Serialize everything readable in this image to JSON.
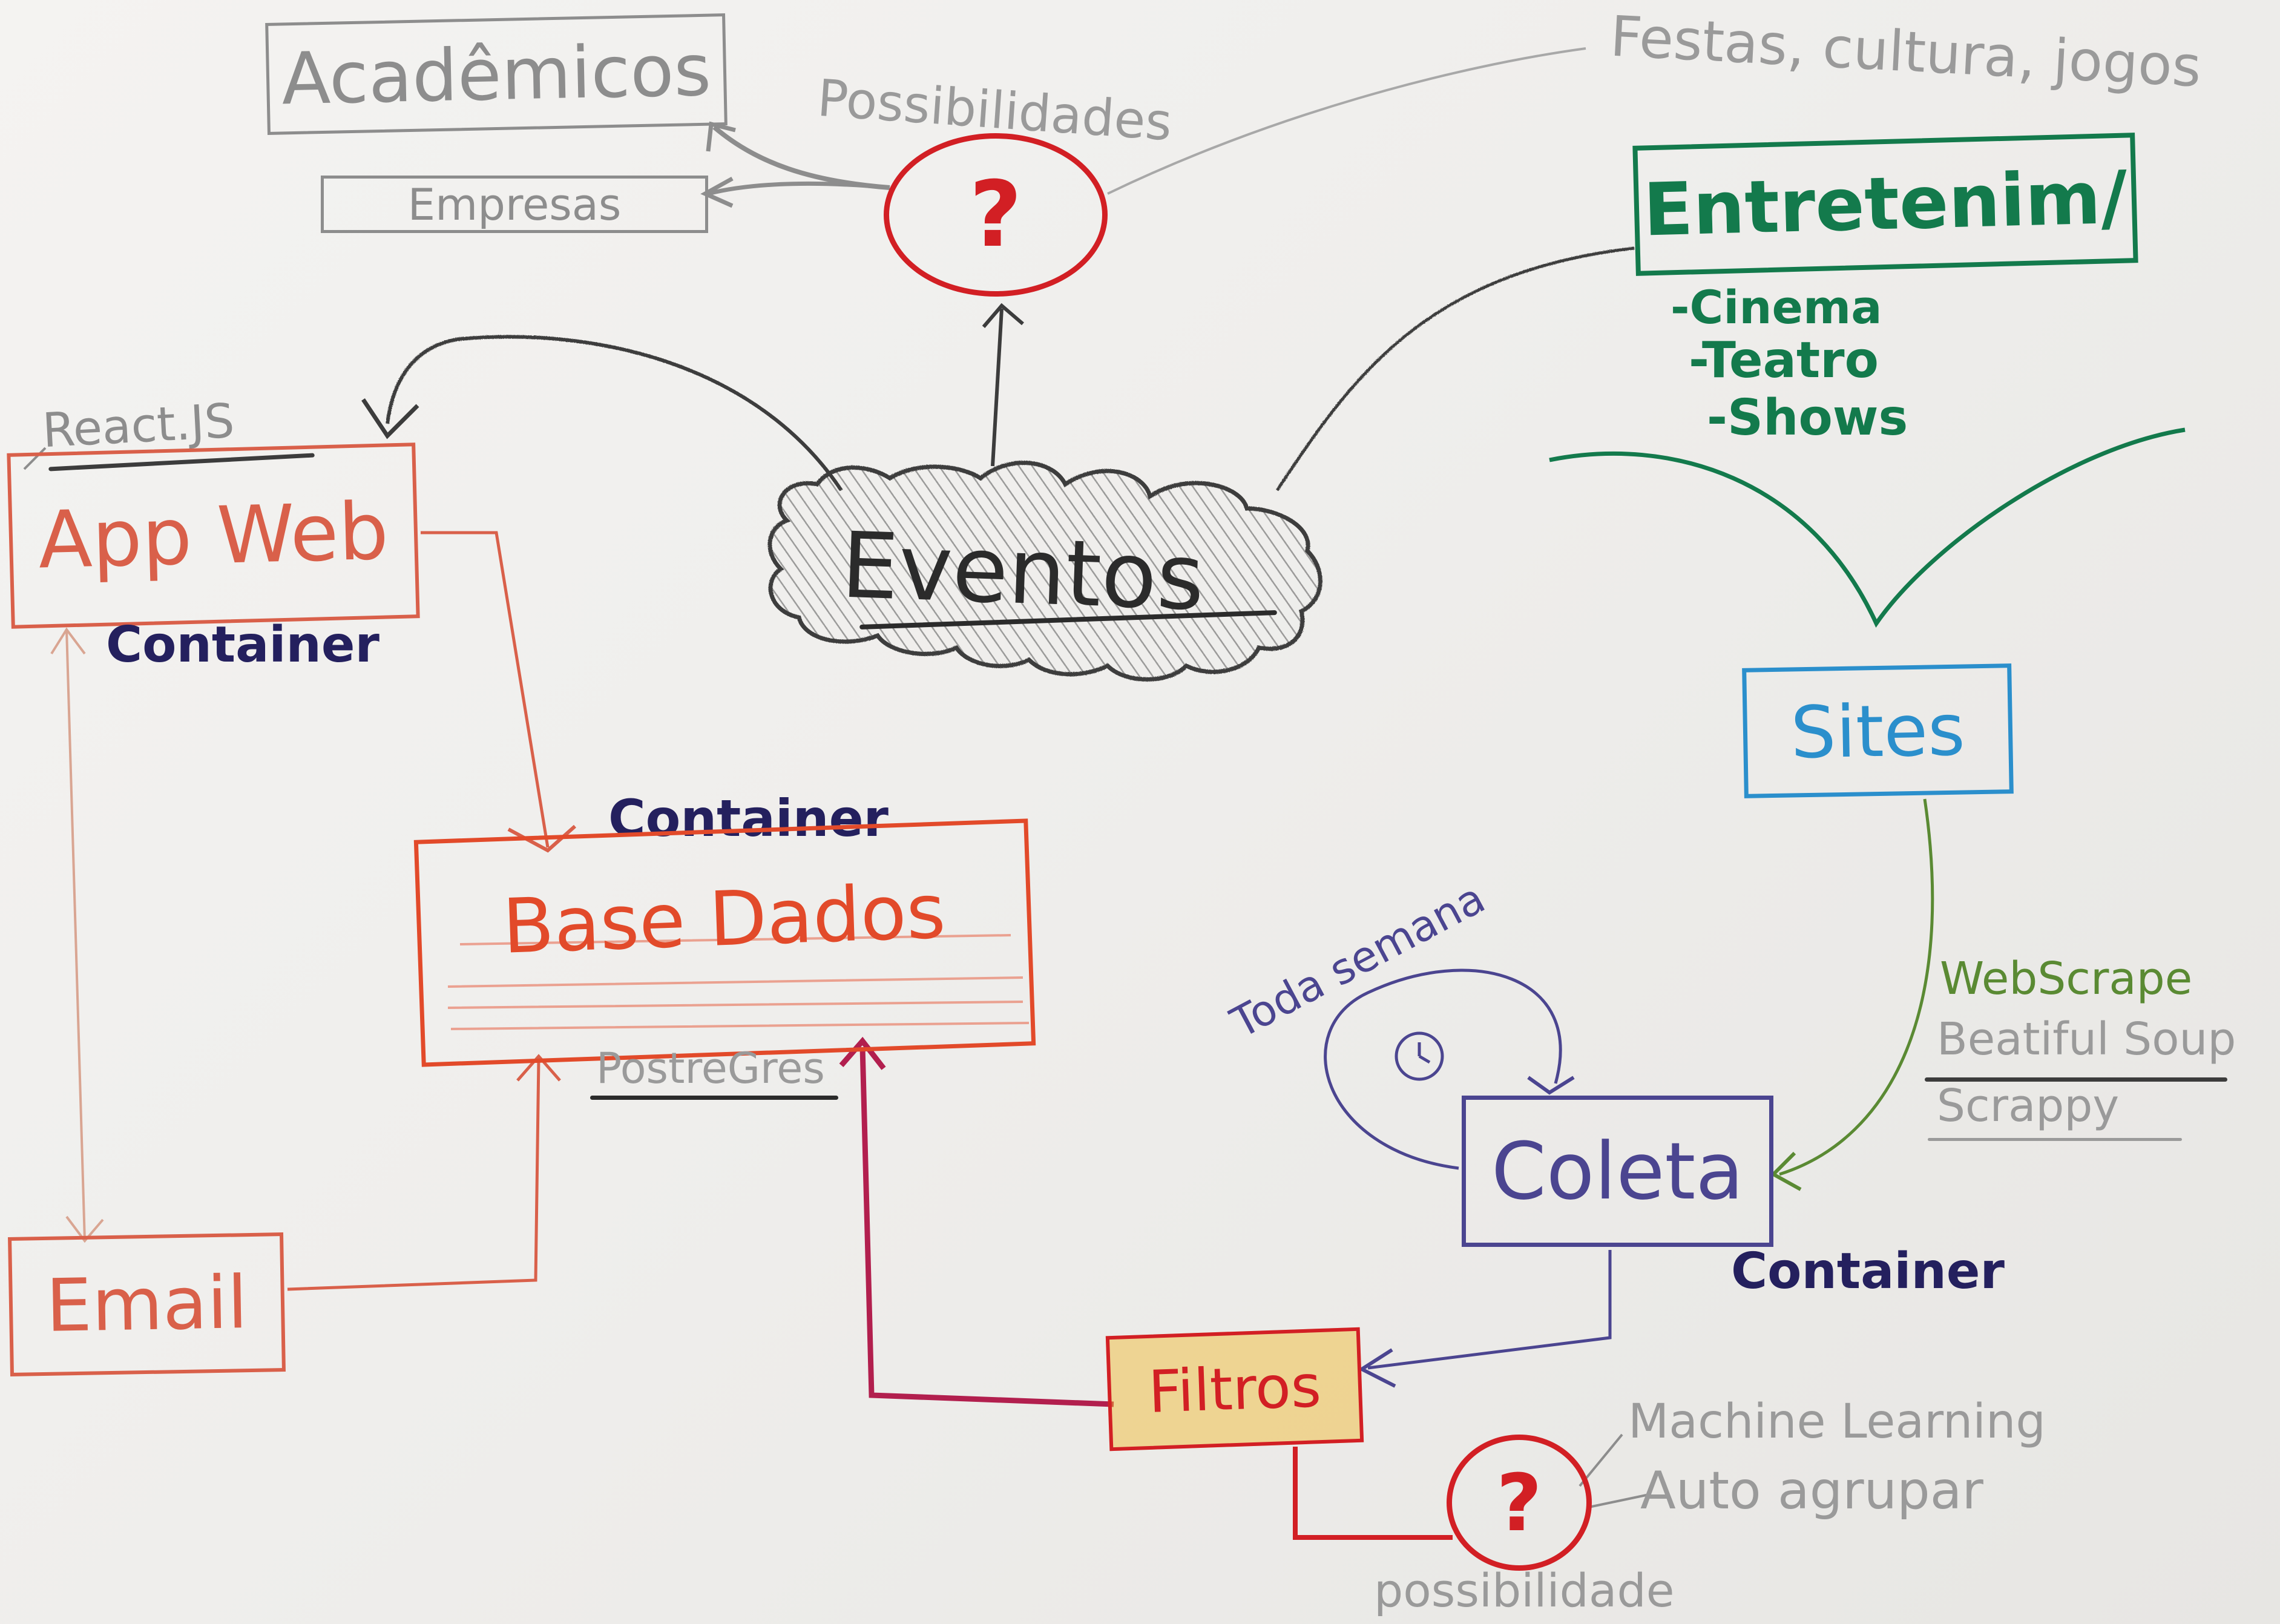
{
  "colors": {
    "pencil_gray": "#8d8d8d",
    "dark_gray": "#3c3c3c",
    "red": "#d21f24",
    "green": "#137a4c",
    "blue": "#2b8fcc",
    "indigo": "#24205e",
    "purple": "#4b4590",
    "salmon": "#d9604a",
    "orange_red": "#e24a2a",
    "olive": "#5a8a33",
    "magenta": "#b21f4e",
    "yellow": "#f2b82a"
  },
  "nodes": {
    "academicos": "Acadêmicos",
    "empresas": "Empresas",
    "possibilidades_top": "Possibilidades",
    "question_top": "?",
    "festas_note": "Festas, cultura, jogos",
    "entretenimento": "Entretenim/",
    "entretenimento_items": [
      "-Cinema",
      "-Teatro",
      "-Shows"
    ],
    "eventos": "Eventos",
    "reactjs": "React.JS",
    "app_web": "App Web",
    "container_app": "Container",
    "container_db": "Container",
    "base_dados": "Base Dados",
    "postgres": "PostreGres",
    "sites": "Sites",
    "webscrape_lines": [
      "WebScrape",
      "Beatiful Soup",
      "Scrappy"
    ],
    "toda_semana": "Toda semana",
    "coleta": "Coleta",
    "container_coleta": "Container",
    "email": "Email",
    "filtros": "Filtros",
    "question_bottom": "?",
    "possibilidade_bottom": "possibilidade",
    "ml_lines": [
      "Machine Learning",
      "Auto agrupar"
    ]
  }
}
